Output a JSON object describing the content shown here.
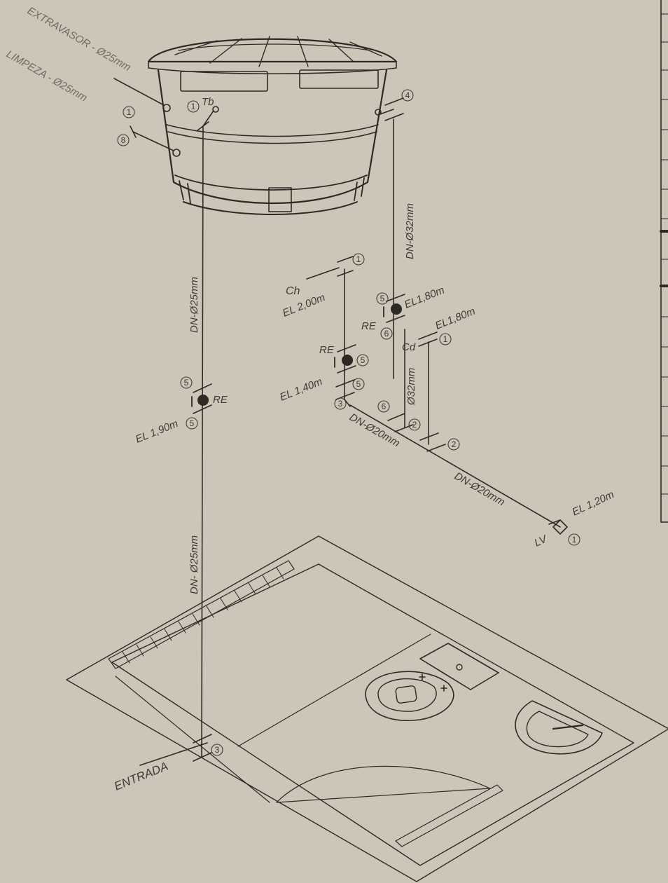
{
  "labels": {
    "extravasor": "EXTRAVASOR - Ø25mm",
    "limpeza": "LIMPEZA - Ø25mm",
    "tb": "Tb",
    "dn25_upper": "DN-Ø25mm",
    "dn25_lower": "DN- Ø25mm",
    "dn32": "DN-Ø32mm",
    "dn32_short": "Ø32mm",
    "dn20_a": "DN-Ø20mm",
    "dn20_b": "DN-Ø20mm",
    "re_main": "RE",
    "el_main": "EL 1,90m",
    "ch": "Ch",
    "el_ch": "EL 2,00m",
    "re_mid": "RE",
    "el_mid": "EL 1,40m",
    "re_right": "RE",
    "el_right": "EL1,80m",
    "cd": "Cd",
    "el_cd": "EL1,80m",
    "lv": "LV",
    "el_lv": "EL  1,20m",
    "entrada": "ENTRADA"
  },
  "markers": {
    "m_limpeza_1": "1",
    "m_limpeza_8": "8",
    "m_tb": "1",
    "m_top_right": "4",
    "m_ch": "1",
    "m_re_right_top": "5",
    "m_re_right_bot": "6",
    "m_cd": "1",
    "m_re_mid_top": "5",
    "m_re_mid_bot": "5",
    "m_elbow_3": "3",
    "m_tee_6": "6",
    "m_tee_2a": "2",
    "m_tee_2b": "2",
    "m_main_top": "5",
    "m_main_bot": "5",
    "m_lv": "1",
    "m_entrada": "3"
  }
}
